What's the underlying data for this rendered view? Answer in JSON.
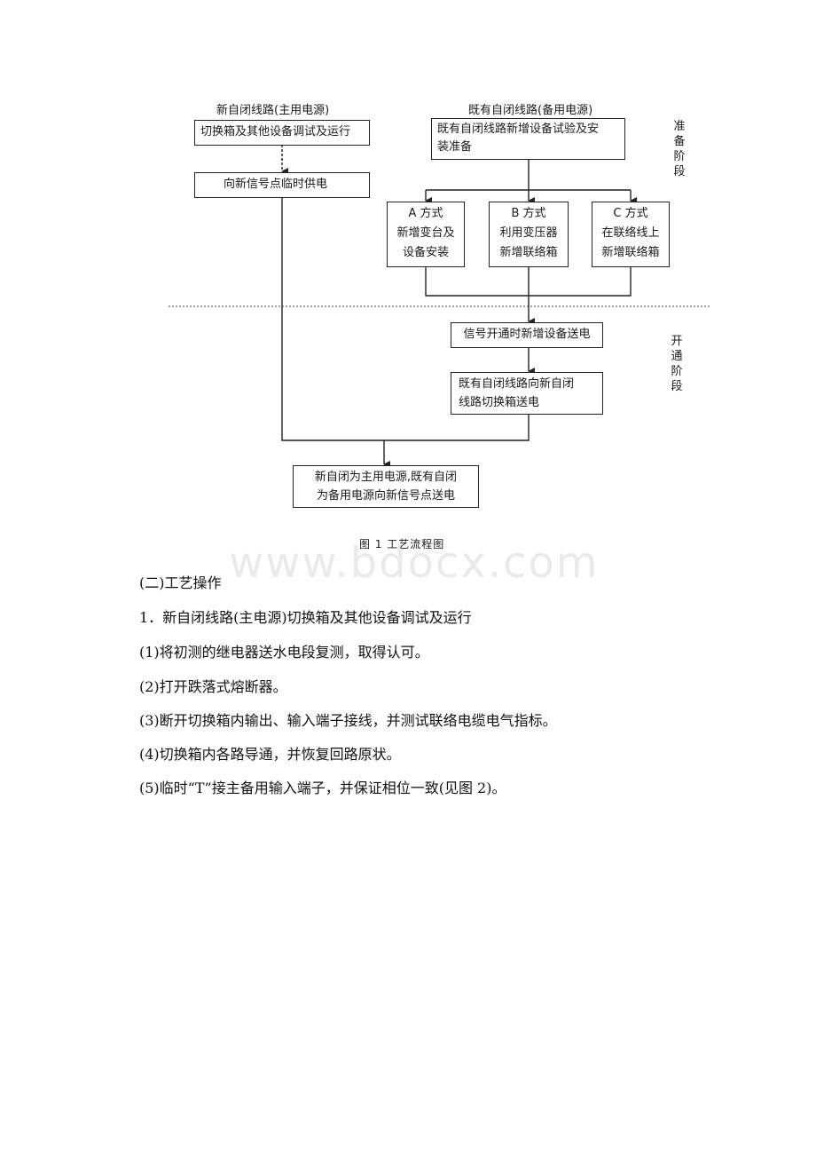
{
  "diagram": {
    "header_left": "新自闭线路(主用电源)",
    "header_right": "既有自闭线路(备用电源)",
    "box_left_1": "切换箱及其他设备调试及运行",
    "box_left_2": "向新信号点临时供电",
    "box_right_top": [
      "既有自闭线路新增设备试验及安",
      "装准备"
    ],
    "mode_a": [
      "A 方式",
      "新增变台及",
      "设备安装"
    ],
    "mode_b": [
      "B 方式",
      "利用变压器",
      "新增联络箱"
    ],
    "mode_c": [
      "C 方式",
      "在联络线上",
      "新增联络箱"
    ],
    "box_signal": "信号开通时新增设备送电",
    "box_switch": [
      "既有自闭线路向新自闭",
      "线路切换箱送电"
    ],
    "box_final": [
      "新自闭为主用电源,既有自闭",
      "为备用电源向新信号点送电"
    ],
    "stage_prep": "准备阶段",
    "stage_open": "开通阶段",
    "caption": "图 1    工艺流程图"
  },
  "watermark": "www.bdocx.com",
  "content": {
    "section_heading": "(二)工艺操作",
    "item_1": " 1．新自闭线路(主电源)切换箱及其他设备调试及运行",
    "steps": [
      "(1)将初测的继电器送水电段复测，取得认可。",
      " (2)打开跌落式熔断器。",
      " (3)断开切换箱内输出、输入端子接线，并测试联络电缆电气指标。",
      "(4)切换箱内各路导通，并恢复回路原状。",
      "(5)临时“T”接主备用输入端子，并保证相位一致(见图 2)。"
    ]
  }
}
